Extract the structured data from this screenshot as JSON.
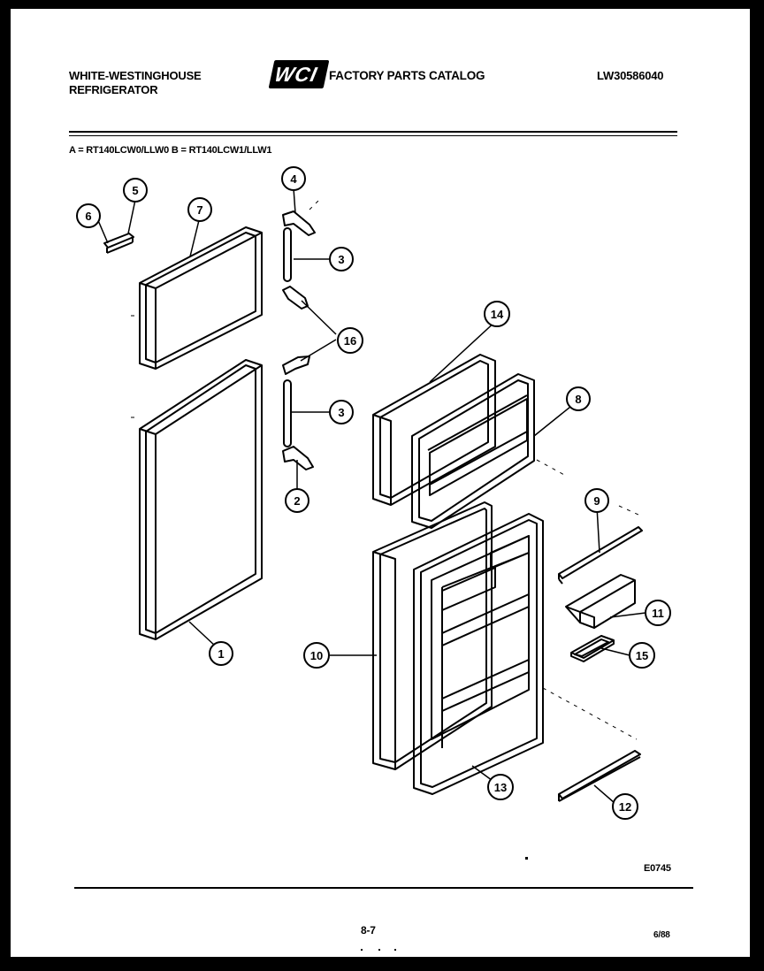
{
  "header": {
    "left_line1": "WHITE-WESTINGHOUSE",
    "left_line2": "REFRIGERATOR",
    "logo_text": "WCI",
    "catalog_title": "FACTORY PARTS CATALOG",
    "catalog_number": "LW30586040",
    "models_line": "A = RT140LCW0/LLW0  B = RT140LCW1/LLW1"
  },
  "callouts": [
    "1",
    "2",
    "3",
    "3",
    "4",
    "5",
    "6",
    "7",
    "8",
    "9",
    "10",
    "11",
    "12",
    "13",
    "14",
    "15",
    "16"
  ],
  "footer": {
    "drawing_code": "E0745",
    "page_number": "8-7",
    "date": "6/88"
  }
}
